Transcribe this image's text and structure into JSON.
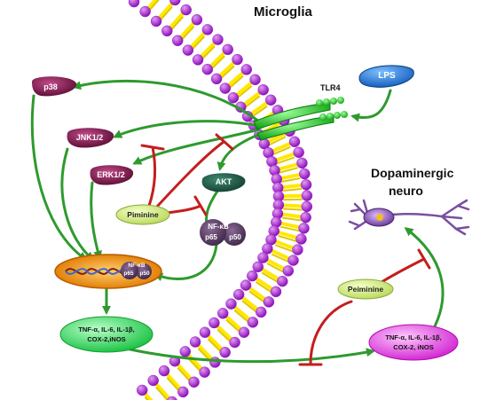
{
  "title": "Microglia",
  "neuron_title_line1": "Dopaminergic",
  "neuron_title_line2": "neuro",
  "receptor": "TLR4",
  "ligand": "LPS",
  "kinases": {
    "p38": "p38",
    "jnk": "JNK1/2",
    "erk": "ERK1/2",
    "akt": "AKT"
  },
  "nfkb_cyto": {
    "name": "NF-κB",
    "p65": "p65",
    "p50": "p50"
  },
  "nfkb_nuclear": {
    "name": "NF-κB",
    "p65": "p65",
    "p50": "p50"
  },
  "drug_left": "Piminine",
  "drug_right": "Peiminine",
  "mediators_left": {
    "line1": "TNF-α, IL-6, IL-1β,",
    "line2": "COX-2,iNOS"
  },
  "mediators_right": {
    "line1": "TNF-α, IL-6, IL-1β,",
    "line2": "COX-2, iNOS"
  },
  "colors": {
    "activation_arrow": "#2e9a2e",
    "inhibition": "#c41e1e",
    "membrane_head": "#a020c8",
    "membrane_tail": "#ffe800",
    "receptor": "#1fc41f",
    "kinase": "#7a1448",
    "akt": "#1d5a46",
    "nfkb": "#5a3a63",
    "drug": "#d8f08a",
    "ligand": "#1e7be0",
    "mediator_left": "#2ee85a",
    "mediator_right": "#e040e0",
    "nucleus": "#e88a10",
    "neuron": "#7a4fa0"
  }
}
